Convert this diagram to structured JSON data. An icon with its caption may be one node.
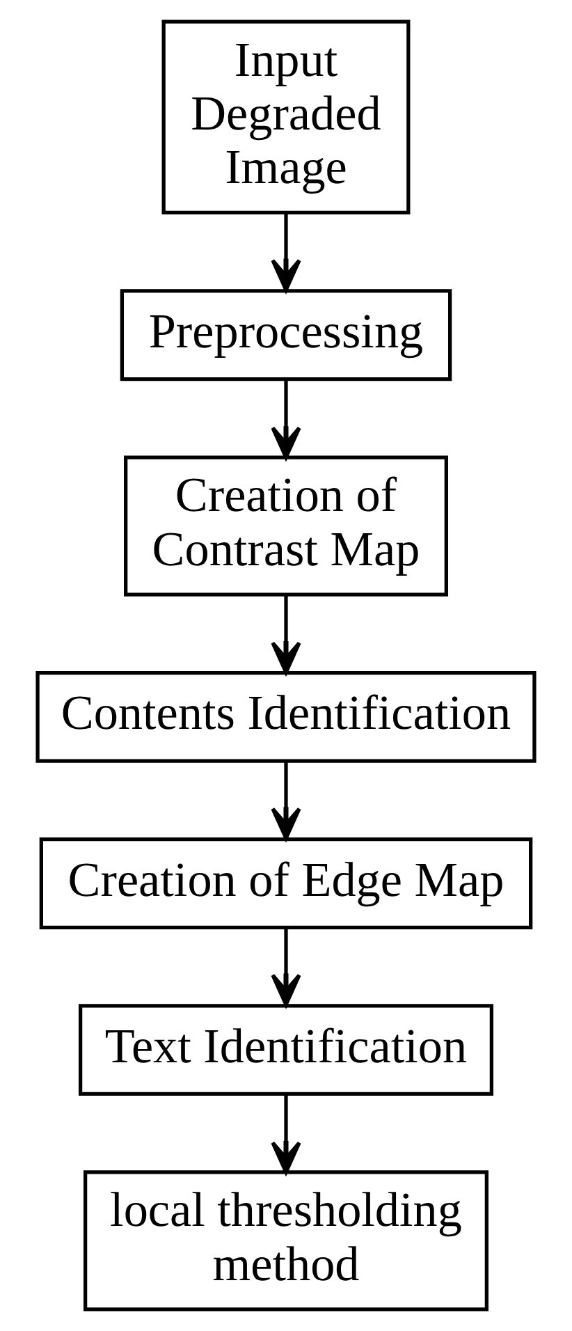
{
  "diagram": {
    "nodes": [
      {
        "text": [
          "Input Degraded Image"
        ]
      },
      {
        "text": [
          "Preprocessing"
        ]
      },
      {
        "text": [
          "Creation of Contrast Map"
        ]
      },
      {
        "text": [
          "Contents Identification"
        ]
      },
      {
        "text": [
          "Creation of Edge Map"
        ]
      },
      {
        "text": [
          "Text Identification"
        ]
      },
      {
        "text": [
          "local thresholding method"
        ]
      }
    ],
    "edges": [
      {
        "from": 0,
        "to": 1,
        "arrow": "to"
      },
      {
        "from": 1,
        "to": 2,
        "arrow": "to"
      },
      {
        "from": 2,
        "to": 3,
        "arrow": "to"
      },
      {
        "from": 3,
        "to": 4,
        "arrow": "to"
      },
      {
        "from": 4,
        "to": 5,
        "arrow": "to"
      },
      {
        "from": 5,
        "to": 6,
        "arrow": "to"
      }
    ]
  }
}
